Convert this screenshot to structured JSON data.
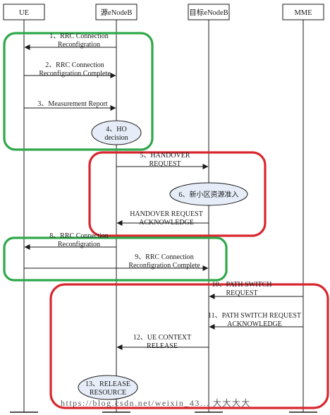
{
  "entities": [
    {
      "id": "ue",
      "label": "UE"
    },
    {
      "id": "src",
      "label": "源eNodeB"
    },
    {
      "id": "tgt",
      "label": "目标eNodeB"
    },
    {
      "id": "mme",
      "label": "MME"
    }
  ],
  "messages": [
    {
      "from": "src",
      "to": "ue",
      "lines": [
        "1、RRC Connection",
        "Reconfigration"
      ]
    },
    {
      "from": "ue",
      "to": "src",
      "lines": [
        "2、RRC Connection",
        "Reconfigration Complete"
      ]
    },
    {
      "from": "ue",
      "to": "src",
      "lines": [
        "3、Measurement Report"
      ]
    },
    {
      "from": "src",
      "to": "tgt",
      "lines": [
        "5、HANDOVER",
        "REQUEST"
      ]
    },
    {
      "from": "tgt",
      "to": "src",
      "lines": [
        "HANDOVER REQUEST",
        "ACKNOWLEDGE"
      ]
    },
    {
      "from": "src",
      "to": "ue",
      "lines": [
        "8、RRC Connection",
        "Reconfigration"
      ]
    },
    {
      "from": "ue",
      "to": "tgt",
      "lines": [
        "9、RRC Connection",
        "Reconfigration Complete"
      ]
    },
    {
      "from": "mme",
      "to": "tgt",
      "lines": [
        "10、PATH SWITCH",
        "REQUEST"
      ]
    },
    {
      "from": "mme",
      "to": "tgt",
      "lines": [
        "11、PATH SWITCH REQUEST",
        "ACKNOWLEDGE"
      ]
    },
    {
      "from": "tgt",
      "to": "src",
      "lines": [
        "12、UE CONTEXT",
        "RELEASE"
      ]
    }
  ],
  "processes": [
    {
      "lines": [
        "4、HO",
        "decision"
      ]
    },
    {
      "lines": [
        "6、新小区资源准入"
      ]
    },
    {
      "lines": [
        "13、RELEASE",
        "RESOURCE"
      ]
    }
  ],
  "groups": [
    {
      "color": "#2fa84a"
    },
    {
      "color": "#d8262e"
    },
    {
      "color": "#2fa84a"
    },
    {
      "color": "#d8262e"
    }
  ],
  "colors": {
    "line": "#1a1a1a",
    "process_fill": "#e6edf8",
    "header_fill": "#ffffff"
  },
  "watermark": "https://blog.csdn.net/weixin_43... 大大大大"
}
